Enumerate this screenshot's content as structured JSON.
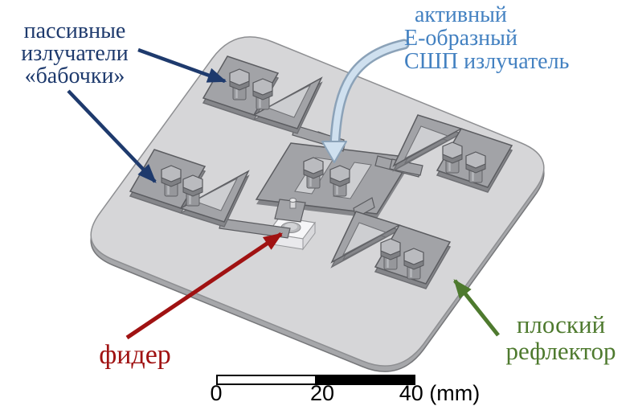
{
  "annotations": {
    "passive_radiators": {
      "line1": "пассивные",
      "line2": "излучатели",
      "line3": "«бабочки»",
      "color": "#1e3a6d"
    },
    "active_radiator": {
      "line1": "активный",
      "line2": "Е-образный",
      "line3": "СШП излучатель",
      "color": "#4381c1"
    },
    "feeder": {
      "label": "фидер",
      "color": "#a01212"
    },
    "reflector": {
      "line1": "плоский",
      "line2": "рефлектор",
      "color": "#4e7a2e"
    }
  },
  "scale_bar": {
    "label_0": "0",
    "label_20": "20",
    "label_40": "40 (mm)"
  },
  "model_colors": {
    "reflector_top": "#d6d6d8",
    "reflector_side": "#a6a7aa",
    "metal_face": "#a2a3a7",
    "metal_edge": "#5b5c60",
    "bolt_head": "#babbbf",
    "feeder_block": "#f6f6f8",
    "callout_fill": "#cfe0ef",
    "callout_outline": "#8ba2b8"
  }
}
